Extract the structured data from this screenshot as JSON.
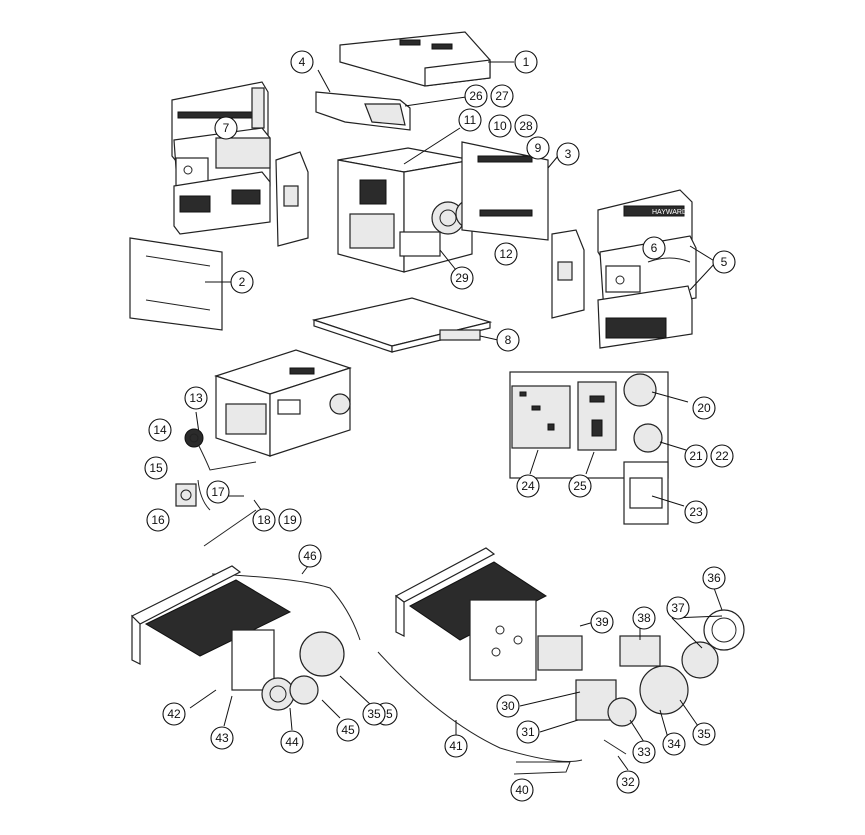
{
  "callouts": [
    "1",
    "2",
    "3",
    "4",
    "5",
    "6",
    "7",
    "8",
    "9",
    "10",
    "11",
    "12",
    "13",
    "14",
    "15",
    "16",
    "17",
    "18",
    "19",
    "20",
    "21",
    "22",
    "23",
    "24",
    "25",
    "26",
    "27",
    "28",
    "29",
    "30",
    "31",
    "32",
    "33",
    "34",
    "35",
    "35",
    "35",
    "36",
    "37",
    "38",
    "39",
    "40",
    "41",
    "42",
    "43",
    "44",
    "45",
    "46"
  ],
  "brand_logo_text": "HAYWARD"
}
